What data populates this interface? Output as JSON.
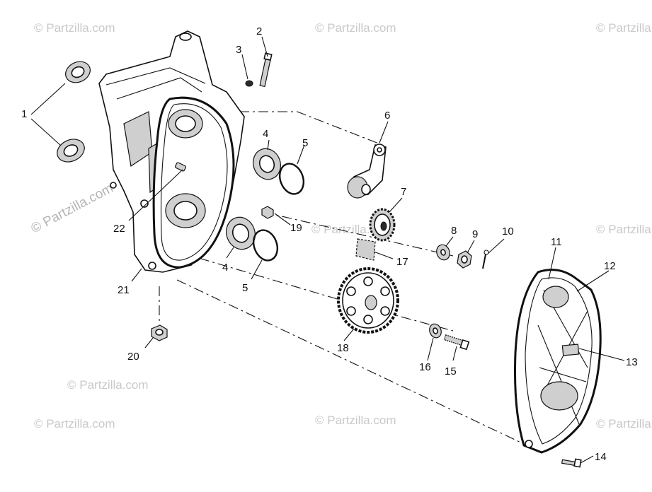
{
  "watermark": {
    "text": "© Partzilla.com",
    "color": "#c9c9c9"
  },
  "callouts": [
    {
      "id": "1",
      "label": "1"
    },
    {
      "id": "2",
      "label": "2"
    },
    {
      "id": "3",
      "label": "3"
    },
    {
      "id": "4a",
      "label": "4"
    },
    {
      "id": "4b",
      "label": "4"
    },
    {
      "id": "5a",
      "label": "5"
    },
    {
      "id": "5b",
      "label": "5"
    },
    {
      "id": "6",
      "label": "6"
    },
    {
      "id": "7",
      "label": "7"
    },
    {
      "id": "8",
      "label": "8"
    },
    {
      "id": "9",
      "label": "9"
    },
    {
      "id": "10",
      "label": "10"
    },
    {
      "id": "11",
      "label": "11"
    },
    {
      "id": "12",
      "label": "12"
    },
    {
      "id": "13",
      "label": "13"
    },
    {
      "id": "14",
      "label": "14"
    },
    {
      "id": "15",
      "label": "15"
    },
    {
      "id": "16",
      "label": "16"
    },
    {
      "id": "17",
      "label": "17"
    },
    {
      "id": "18",
      "label": "18"
    },
    {
      "id": "19",
      "label": "19"
    },
    {
      "id": "20",
      "label": "20"
    },
    {
      "id": "21",
      "label": "21"
    },
    {
      "id": "22",
      "label": "22"
    }
  ]
}
